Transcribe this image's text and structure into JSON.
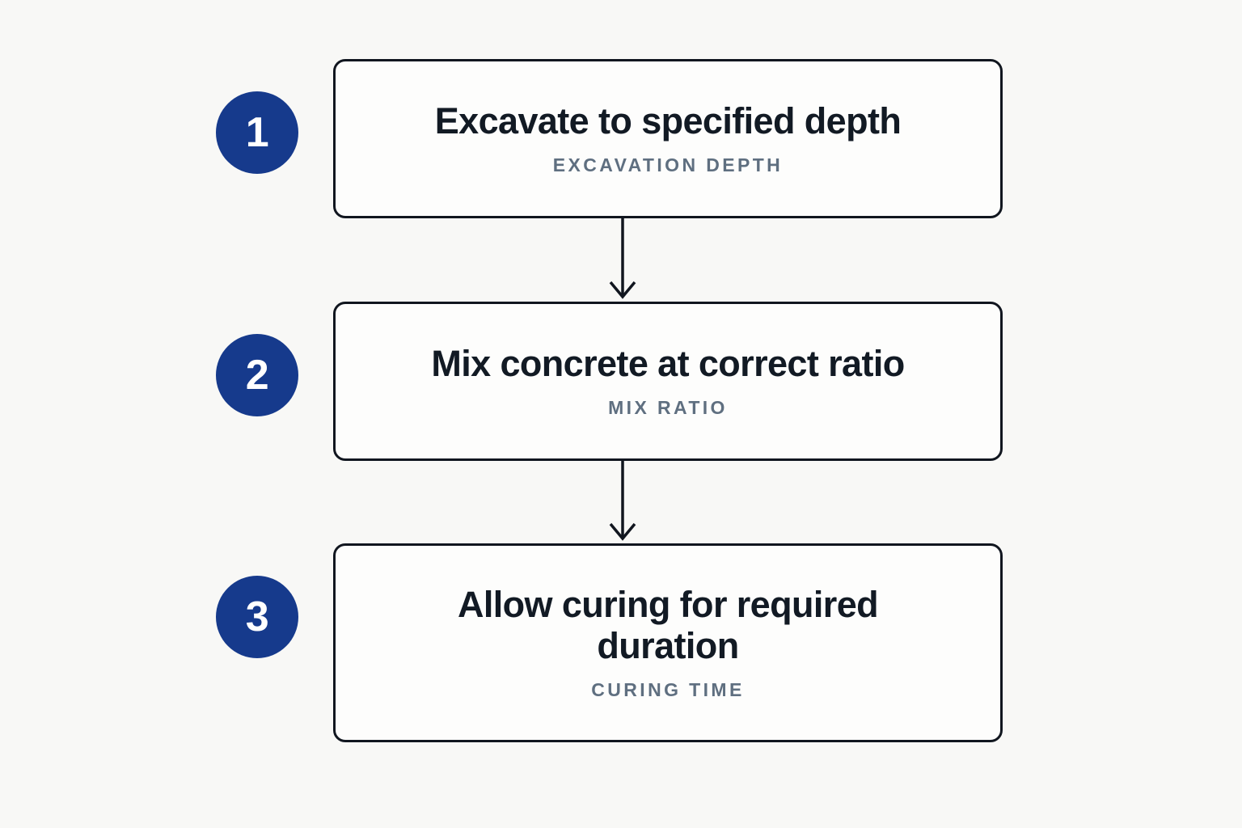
{
  "diagram": {
    "type": "vertical-flowchart",
    "background_color": "#f8f8f6",
    "accent_color": "#163a8c",
    "border_color": "#11161f",
    "title_color": "#121a24",
    "subtitle_color": "#5f6f80",
    "step_count": 3,
    "steps": [
      {
        "number": "1",
        "title": "Excavate to specified depth",
        "subtitle": "EXCAVATION DEPTH"
      },
      {
        "number": "2",
        "title": "Mix concrete at correct ratio",
        "subtitle": "MIX RATIO"
      },
      {
        "number": "3",
        "title": "Allow curing for required duration",
        "subtitle": "CURING TIME"
      }
    ],
    "connectors": [
      {
        "from": "1",
        "to": "2",
        "style": "arrow-down"
      },
      {
        "from": "2",
        "to": "3",
        "style": "arrow-down"
      }
    ]
  }
}
